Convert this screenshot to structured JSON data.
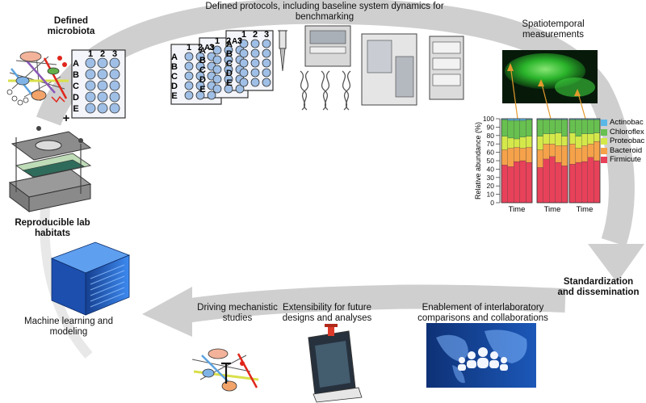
{
  "labels": {
    "defined_microbiota": "Defined microbiota",
    "protocols": "Defined protocols, including baseline system dynamics for benchmarking",
    "spatiotemporal": "Spatiotemporal measurements",
    "reproducible": "Reproducible lab habitats",
    "standardization": "Standardization and dissemination",
    "enablement": "Enablement of interlaboratory comparisons and collaborations",
    "extensibility": "Extensibility for future designs and analyses",
    "driving": "Driving mechanistic studies",
    "machine_learning": "Machine learning and modeling",
    "plus": "+"
  },
  "plate": {
    "cols": [
      "1",
      "2",
      "3"
    ],
    "rows": [
      "A",
      "B",
      "C",
      "D",
      "E"
    ],
    "stack_labels": [
      "A3",
      "A3"
    ]
  },
  "colors": {
    "cycle_arrow": "#cccccc",
    "well": "#9fbfe6",
    "map_bg": "#123d8c",
    "server": "#2a6fd1",
    "red_bug": "#e0261b",
    "fluor_green": "#2dbd2d"
  },
  "chart_data": {
    "type": "stacked_bar",
    "ylabel": "Relative abundance (%)",
    "ylim": [
      0,
      100
    ],
    "yticks": [
      "0",
      "10",
      "20",
      "30",
      "40",
      "50",
      "60",
      "70",
      "80",
      "90",
      "100"
    ],
    "xlabel_groups": [
      "Time",
      "Time",
      "Time"
    ],
    "series": [
      {
        "name": "Firmicutes",
        "color": "#e8415a"
      },
      {
        "name": "Bacteroidetes",
        "color": "#f5a24a"
      },
      {
        "name": "Proteobacteria",
        "color": "#d4e84a"
      },
      {
        "name": "Chloroflexi",
        "color": "#67c050"
      },
      {
        "name": "Actinobacteria",
        "color": "#5ab8e8"
      }
    ],
    "legend_labels": [
      "Actinobac",
      "Chloroflex",
      "Proteobac",
      "Bacteroid",
      "Firmicute"
    ],
    "legend_colors": [
      "#5ab8e8",
      "#67c050",
      "#d4e84a",
      "#f5a24a",
      "#e8415a"
    ],
    "groups": [
      [
        [
          45,
          18,
          16,
          20,
          1
        ],
        [
          43,
          22,
          12,
          21,
          2
        ],
        [
          49,
          17,
          10,
          22,
          2
        ],
        [
          50,
          15,
          13,
          20,
          2
        ],
        [
          48,
          18,
          13,
          20,
          1
        ]
      ],
      [
        [
          42,
          21,
          16,
          20,
          1
        ],
        [
          52,
          18,
          12,
          17,
          1
        ],
        [
          55,
          15,
          12,
          17,
          1
        ],
        [
          48,
          20,
          15,
          16,
          1
        ],
        [
          44,
          24,
          11,
          20,
          1
        ]
      ],
      [
        [
          46,
          24,
          13,
          16,
          1
        ],
        [
          48,
          17,
          14,
          20,
          1
        ],
        [
          49,
          19,
          14,
          17,
          1
        ],
        [
          54,
          16,
          12,
          17,
          1
        ],
        [
          50,
          23,
          10,
          16,
          1
        ]
      ]
    ]
  }
}
